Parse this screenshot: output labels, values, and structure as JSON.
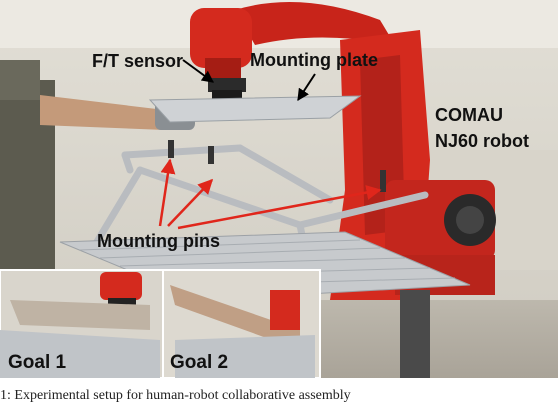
{
  "labels": {
    "ft_sensor": "F/T sensor",
    "mounting_plate": "Mounting plate",
    "robot_line1": "COMAU",
    "robot_line2": "NJ60 robot",
    "mounting_pins": "Mounting pins",
    "goal1": "Goal 1",
    "goal2": "Goal 2"
  },
  "caption": "1: Experimental setup for human-robot collaborative assembly",
  "colors": {
    "robot_red": "#d42a1e",
    "arrow_black": "#000000",
    "arrow_red": "#e0261b",
    "frame_gray": "#b9bcc0"
  }
}
